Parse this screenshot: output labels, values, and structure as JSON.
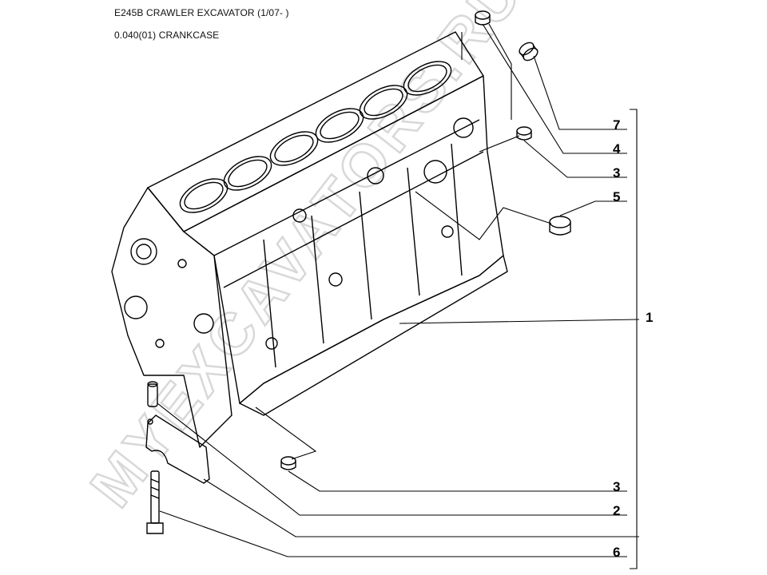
{
  "header": {
    "title": "E245B CRAWLER EXCAVATOR (1/07- )",
    "subtitle": "0.040(01) CRANKCASE"
  },
  "callouts": [
    "7",
    "4",
    "3",
    "5",
    "1",
    "3",
    "2",
    "6"
  ],
  "watermark": "MYEXCAVATORS.RU",
  "colors": {
    "line": "#000000",
    "watermark": "#d8d8d8",
    "background": "#ffffff"
  }
}
